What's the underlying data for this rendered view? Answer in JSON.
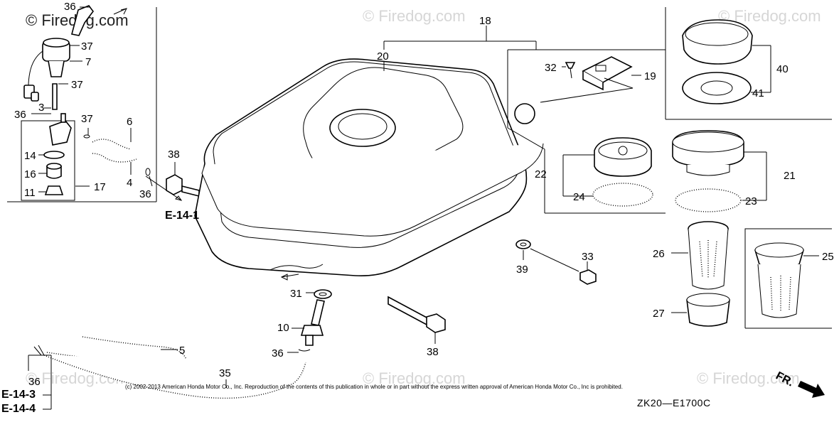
{
  "watermarks": {
    "top_left": "© Firedog.com",
    "top_center": "© Firedog.com",
    "top_right": "© Firedog.com",
    "bottom_left": "© Firedog.com",
    "bottom_center": "© Firedog.com",
    "bottom_right": "© Firedog.com"
  },
  "copyright": "(c) 2002-2013 American Honda Motor Co., Inc. Reproduction of the contents of this publication in whole or in part without the express written approval of American Honda Motor Co., Inc is prohibited.",
  "diagram_code": "ZK20—E1700C",
  "direction_marker": "FR.",
  "refs": {
    "e141": "E-14-1",
    "e143": "E-14-3",
    "e144": "E-14-4"
  },
  "parts": {
    "p36a": "36",
    "p37a": "37",
    "p7": "7",
    "p37b": "37",
    "p36b": "36",
    "p3": "3",
    "p37c": "37",
    "p6": "6",
    "p14": "14",
    "p16": "16",
    "p11": "11",
    "p17": "17",
    "p4": "4",
    "p36c": "36",
    "p38a": "38",
    "p18": "18",
    "p20": "20",
    "p32": "32",
    "p19": "19",
    "p40": "40",
    "p41": "41",
    "p22": "22",
    "p24": "24",
    "p21": "21",
    "p23": "23",
    "p26": "26",
    "p25": "25",
    "p27": "27",
    "p33": "33",
    "p39": "39",
    "p31": "31",
    "p10": "10",
    "p36d": "36",
    "p38b": "38",
    "p5": "5",
    "p35": "35",
    "p36e": "36"
  }
}
